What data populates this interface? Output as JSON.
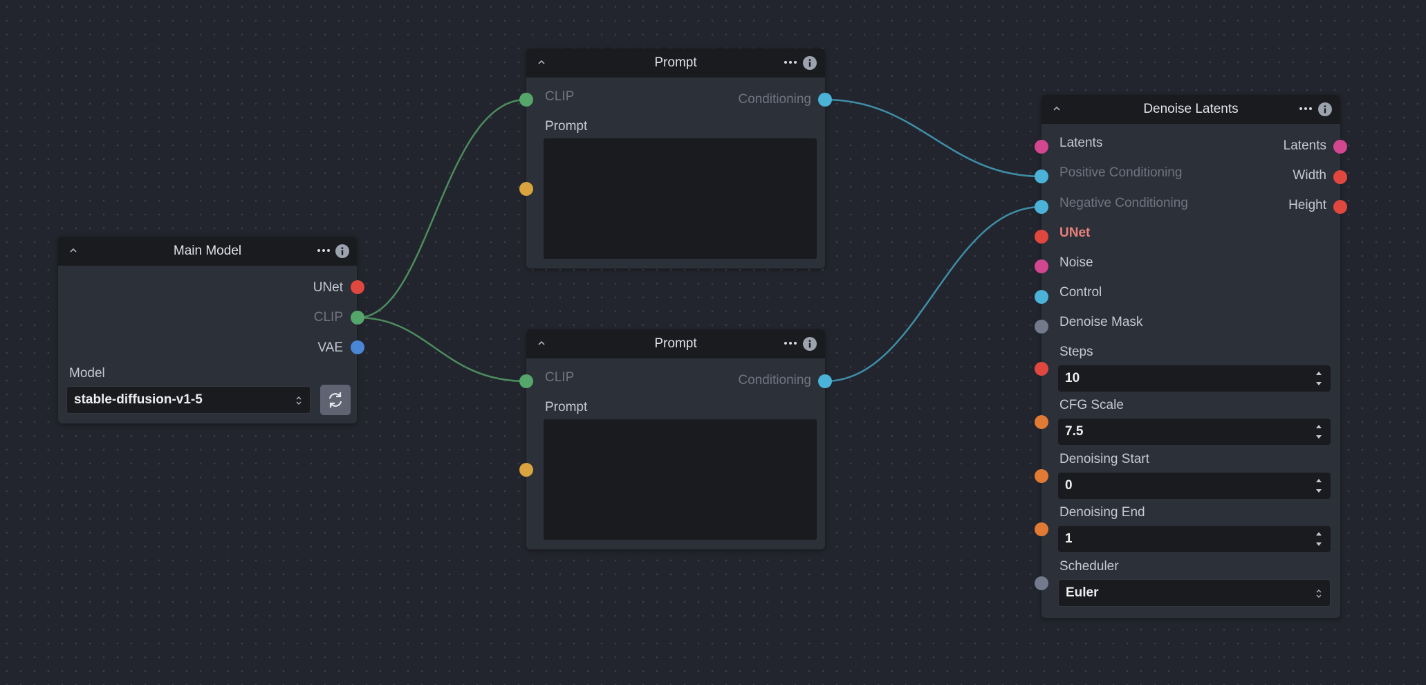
{
  "colors": {
    "canvas": "#22252d",
    "node_body": "#2c3039",
    "node_header": "#1a1b1f",
    "handle_unet": "#e0473f",
    "handle_clip": "#55a66a",
    "handle_vae": "#4a86d6",
    "handle_conditioning": "#4bb3d8",
    "handle_string": "#d9a33f",
    "handle_latents": "#d2478f",
    "handle_int": "#e0473f",
    "handle_float": "#e07a34",
    "handle_misc": "#737a8c",
    "edge_clip": "#4d8c5e",
    "edge_conditioning": "#3f8ea8"
  },
  "main_model": {
    "title": "Main Model",
    "outputs": [
      "UNet",
      "CLIP",
      "VAE"
    ],
    "model_label": "Model",
    "model_value": "stable-diffusion-v1-5",
    "icons": [
      "chevron-up-icon",
      "more-icon",
      "info-icon",
      "refresh-icon"
    ]
  },
  "prompt_positive": {
    "title": "Prompt",
    "clip_label": "CLIP",
    "conditioning_label": "Conditioning",
    "prompt_label": "Prompt",
    "prompt_value": ""
  },
  "prompt_negative": {
    "title": "Prompt",
    "clip_label": "CLIP",
    "conditioning_label": "Conditioning",
    "prompt_label": "Prompt",
    "prompt_value": ""
  },
  "denoise": {
    "title": "Denoise Latents",
    "inputs": {
      "latents": "Latents",
      "positive": "Positive Conditioning",
      "negative": "Negative Conditioning",
      "unet": "UNet",
      "noise": "Noise",
      "control": "Control",
      "mask": "Denoise Mask"
    },
    "outputs": {
      "latents": "Latents",
      "width": "Width",
      "height": "Height"
    },
    "fields": {
      "steps_label": "Steps",
      "steps_value": "10",
      "cfg_label": "CFG Scale",
      "cfg_value": "7.5",
      "dstart_label": "Denoising Start",
      "dstart_value": "0",
      "dend_label": "Denoising End",
      "dend_value": "1",
      "scheduler_label": "Scheduler",
      "scheduler_value": "Euler"
    }
  }
}
